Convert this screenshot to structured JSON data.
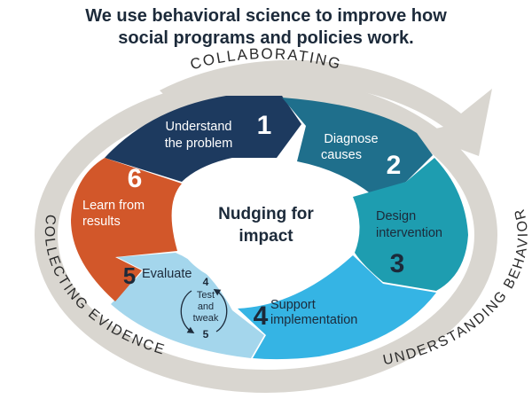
{
  "header": {
    "line1": "We use behavioral science to improve how",
    "line2": "social programs and policies work."
  },
  "outer_ring": {
    "top_label": "COLLABORATING",
    "left_label": "COLLECTING EVIDENCE",
    "right_label": "UNDERSTANDING BEHAVIOR",
    "color": "#d9d6d0",
    "text_color": "#2b2b2b"
  },
  "center": {
    "line1": "Nudging for",
    "line2": "impact"
  },
  "steps": [
    {
      "number": "1",
      "line1": "Understand",
      "line2": "the problem",
      "color": "#1d3a5f"
    },
    {
      "number": "2",
      "line1": "Diagnose",
      "line2": "causes",
      "color": "#1f6f8c"
    },
    {
      "number": "3",
      "line1": "Design",
      "line2": "intervention",
      "color": "#1e9db0"
    },
    {
      "number": "4",
      "line1": "Support",
      "line2": "implementation",
      "color": "#35b4e4"
    },
    {
      "number": "5",
      "line1": "Evaluate",
      "line2": "",
      "color": "#a4d6ec"
    },
    {
      "number": "6",
      "line1": "Learn from",
      "line2": "results",
      "color": "#d2572a"
    }
  ],
  "test_loop": {
    "top_number": "4",
    "line1": "Test",
    "line2": "and",
    "line3": "tweak",
    "bottom_number": "5"
  }
}
